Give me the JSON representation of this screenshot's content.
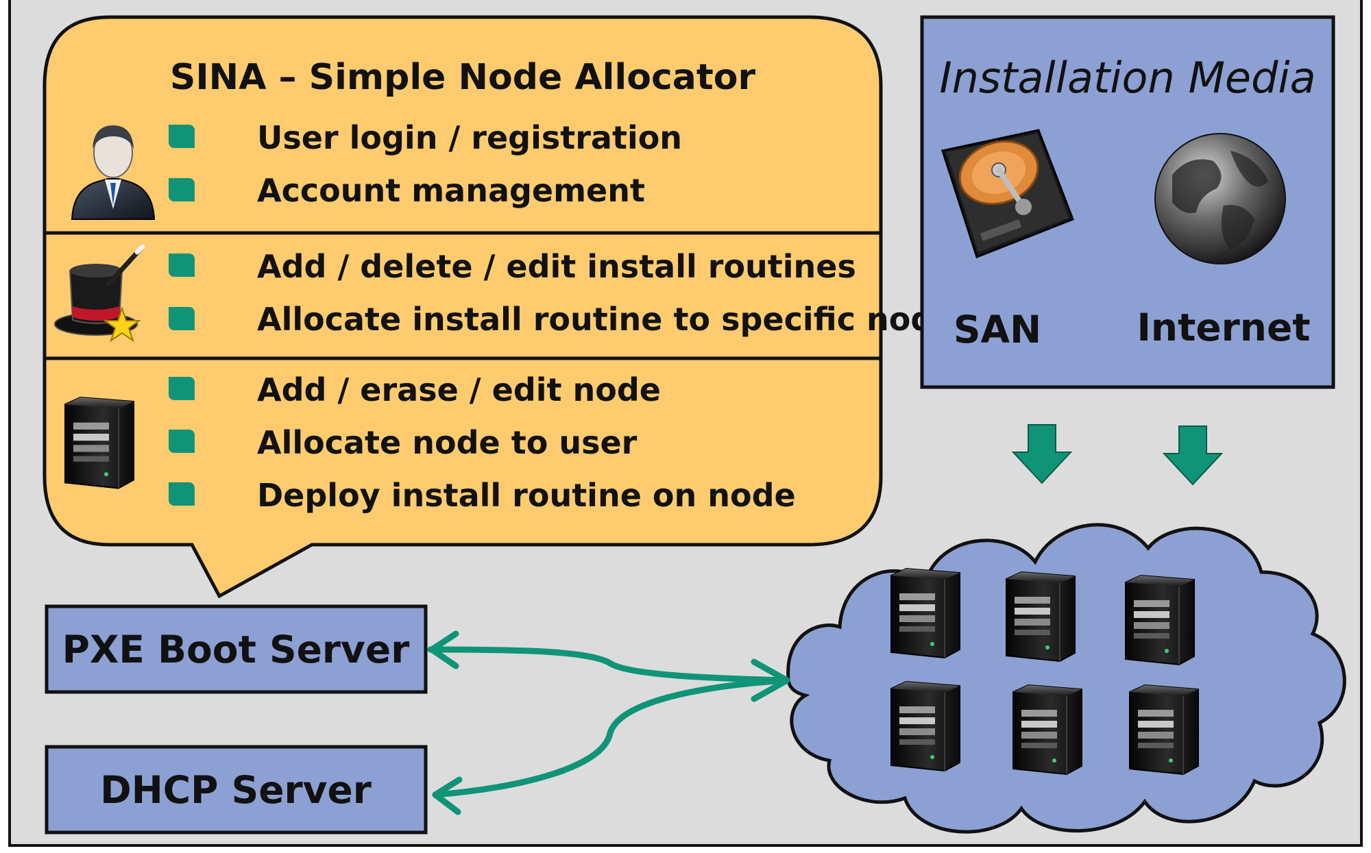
{
  "colors": {
    "background": "#dcdcdc",
    "bubble_fill": "#fecb6e",
    "box_fill": "#8ca0d3",
    "accent_teal": "#109478",
    "outline": "#111111"
  },
  "sina": {
    "title": "SINA – Simple Node Allocator",
    "sections": [
      {
        "icon": "user-icon",
        "items": [
          "User login / registration",
          "Account management"
        ]
      },
      {
        "icon": "magic-hat-icon",
        "items": [
          "Add / delete / edit install routines",
          "Allocate install routine to specific nodes"
        ]
      },
      {
        "icon": "server-icon",
        "items": [
          "Add / erase / edit node",
          "Allocate node to user",
          "Deploy install routine on node"
        ]
      }
    ]
  },
  "media": {
    "title": "Installation Media",
    "san_label": "SAN",
    "internet_label": "Internet",
    "san_icon": "hard-drive-icon",
    "internet_icon": "globe-icon"
  },
  "servers": {
    "pxe_label": "PXE Boot Server",
    "dhcp_label": "DHCP Server"
  },
  "cloud": {
    "icon": "server-cluster-icon",
    "node_count": 6
  }
}
